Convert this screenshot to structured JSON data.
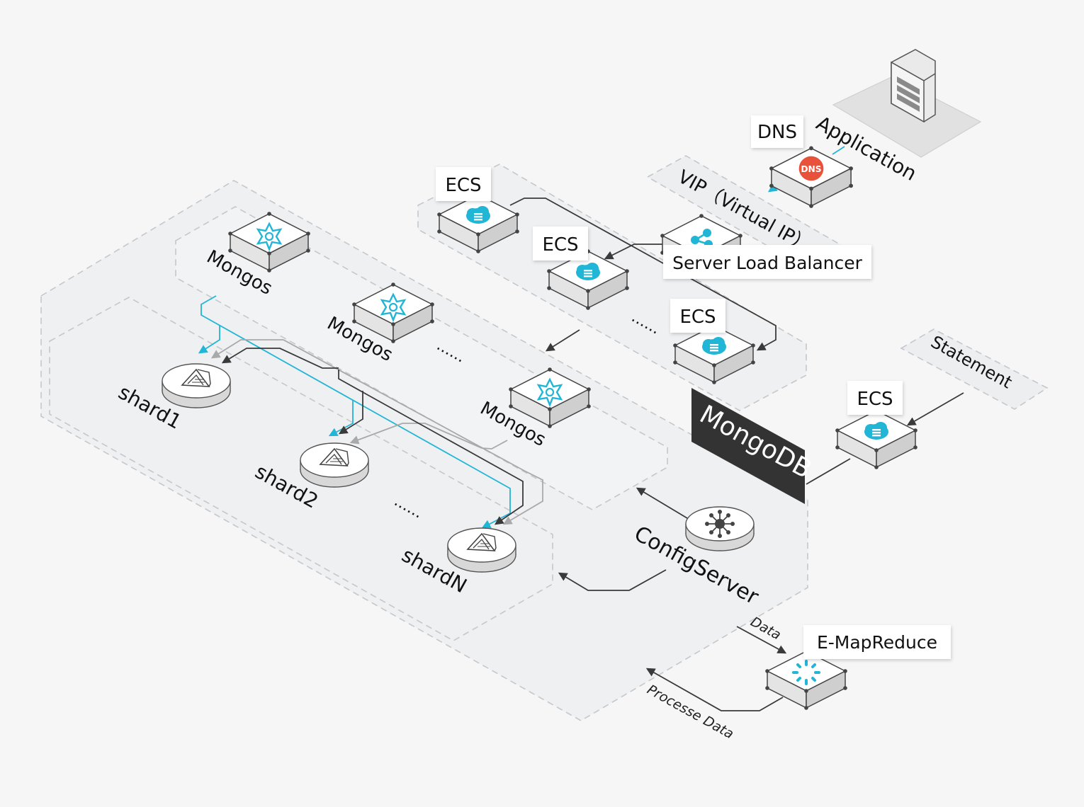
{
  "labels": {
    "application": "Application",
    "dns": "DNS",
    "vip": "VIP（Virtual IP）",
    "server_load_balancer": "Server Load Balancer",
    "ecs_1": "ECS",
    "ecs_2": "ECS",
    "ecs_3": "ECS",
    "ecs_statement": "ECS",
    "statement": "Statement",
    "mongodb": "MongoDB",
    "mongos_1": "Mongos",
    "mongos_2": "Mongos",
    "mongos_3": "Mongos",
    "mongos_dots": "......",
    "ecs_dots": "......",
    "shard_dots": "......",
    "shard1": "shard1",
    "shard2": "shard2",
    "shardN": "shardN",
    "config_server": "ConfigServer",
    "e_mapreduce": "E-MapReduce",
    "data": "Data",
    "processe_data": "Processe Data",
    "dns_badge": "DNS"
  },
  "colors": {
    "accent_cyan": "#21b5d6",
    "dns_red": "#e8523a",
    "dark_line": "#3a3a3a",
    "grey_line": "#a9a9a9",
    "mongodb_banner": "#333333"
  },
  "icons": {
    "application": "server-rack-icon",
    "dns": "dns-badge-icon",
    "slb": "network-share-icon",
    "ecs": "cloud-server-icon",
    "mongos": "star-gear-icon",
    "shard": "database-prism-icon",
    "config_server": "hub-node-icon",
    "e_mapreduce": "spinner-ring-icon"
  }
}
